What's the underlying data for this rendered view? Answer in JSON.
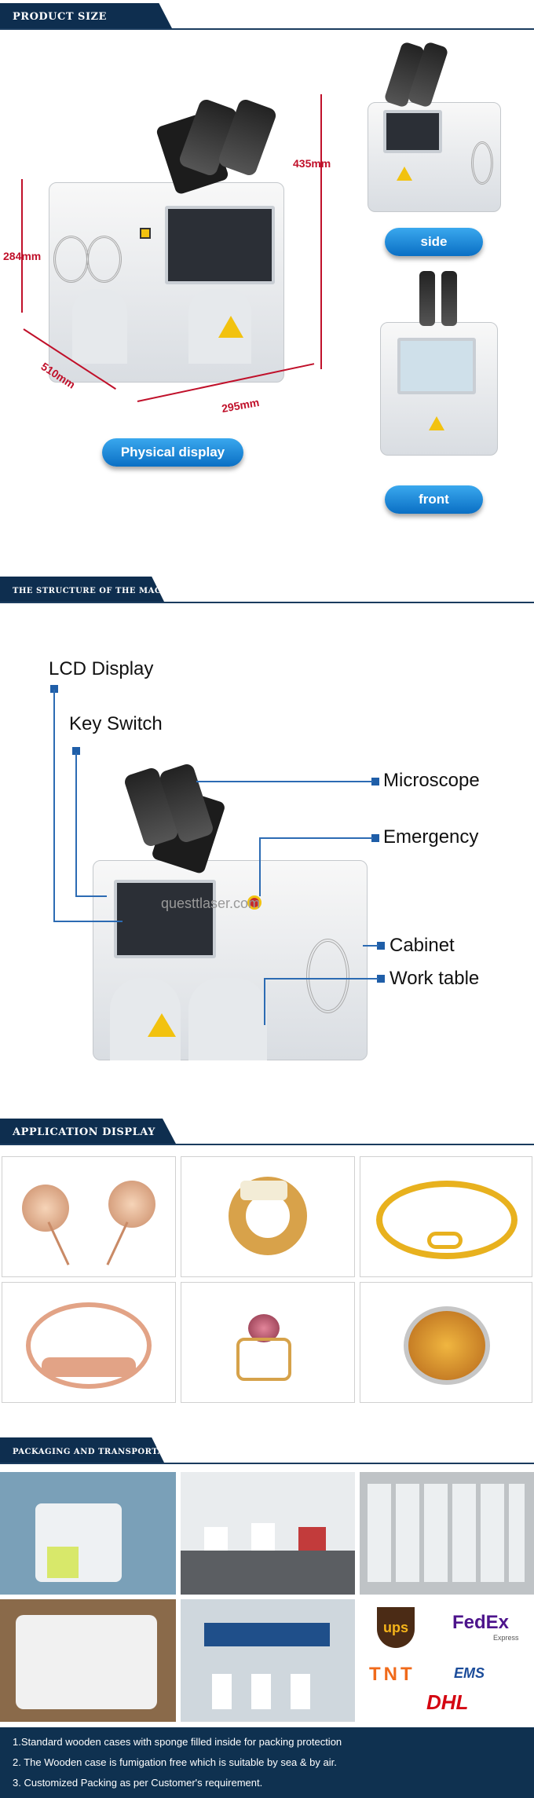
{
  "sections": {
    "product_size": "Product size",
    "structure": "The structure of the machine",
    "application": "Application display",
    "packaging": "Packaging and transportation"
  },
  "dimensions": {
    "height_left": "284mm",
    "height_right": "435mm",
    "depth": "510mm",
    "width": "295mm"
  },
  "buttons": {
    "physical_display": "Physical display",
    "side": "side",
    "front": "front"
  },
  "structure_labels": {
    "lcd_display": "LCD Display",
    "key_switch": "Key Switch",
    "microscope": "Microscope",
    "emergency": "Emergency",
    "cabinet": "Cabinet",
    "work_table": "Work table",
    "watermark": "questtlaser.com"
  },
  "shipping_logos": {
    "ups": "ups",
    "fedex": "FedEx",
    "fedex_sub": "Express",
    "tnt": "TNT",
    "ems": "EMS",
    "dhl": "DHL"
  },
  "packaging_notes": [
    "1.Standard wooden cases with sponge filled inside for packing protection",
    "2. The Wooden case is fumigation free which is suitable by sea & by air.",
    "3. Customized Packing as per Customer's requirement."
  ],
  "colors": {
    "banner": "#0e2e4f",
    "accent_blue": "#0a6fc4",
    "dimension_red": "#c0102a",
    "footer_bg": "#0f3150"
  }
}
